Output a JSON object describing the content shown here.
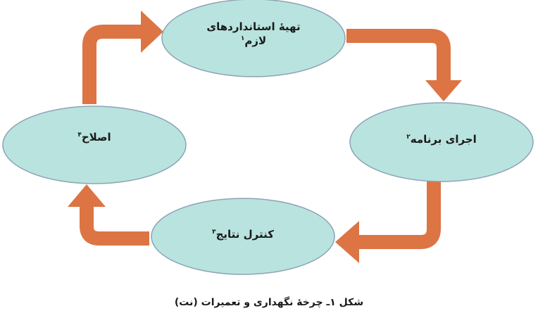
{
  "diagram": {
    "colors": {
      "node_fill": "#b9e3df",
      "node_stroke": "#8da3b6",
      "arrow": "#dd7443",
      "text": "#1a1a1a"
    },
    "nodes": {
      "standards": {
        "line1": "تهیهٔ استانداردهای",
        "line2": "لازم",
        "note": "۱"
      },
      "execution": {
        "text": "اجرای برنامه",
        "note": "۲"
      },
      "control": {
        "text": "کنترل نتایج",
        "note": "۳"
      },
      "correction": {
        "text": "اصلاح",
        "note": "۴"
      }
    },
    "caption": "شکل ۱ـ چرخهٔ نگهداری و تعمیرات (نت)"
  }
}
